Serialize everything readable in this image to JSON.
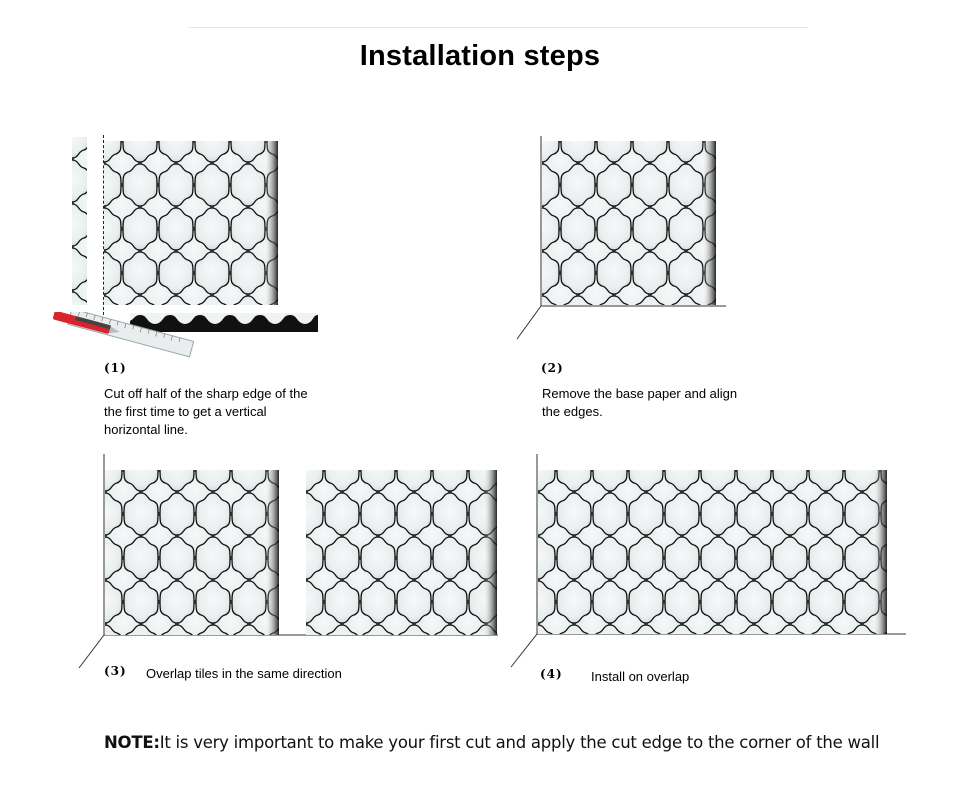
{
  "title": "Installation steps",
  "steps": [
    {
      "number": "(1)",
      "text_lines": [
        "Cut off half of the sharp edge of the",
        "the first time to get a vertical",
        "horizontal line."
      ]
    },
    {
      "number": "(2)",
      "text_lines": [
        "Remove the base paper and align",
        "the edges."
      ]
    },
    {
      "number": "(3)",
      "text_lines": [
        "Overlap tiles in the same direction"
      ]
    },
    {
      "number": "(4)",
      "text_lines": [
        "Install on overlap"
      ]
    }
  ],
  "note": {
    "label": "NOTE:",
    "text": "It is very important to make your first cut and apply the cut edge to the corner of the wall"
  },
  "colors": {
    "tile_face": "#eef1f1",
    "tile_outline": "#111111",
    "grout": "#c9cfd0",
    "cutter_red": "#d8242a"
  },
  "icons": [
    "lantern-tile-sheet",
    "utility-knife-icon",
    "ruler-icon"
  ]
}
